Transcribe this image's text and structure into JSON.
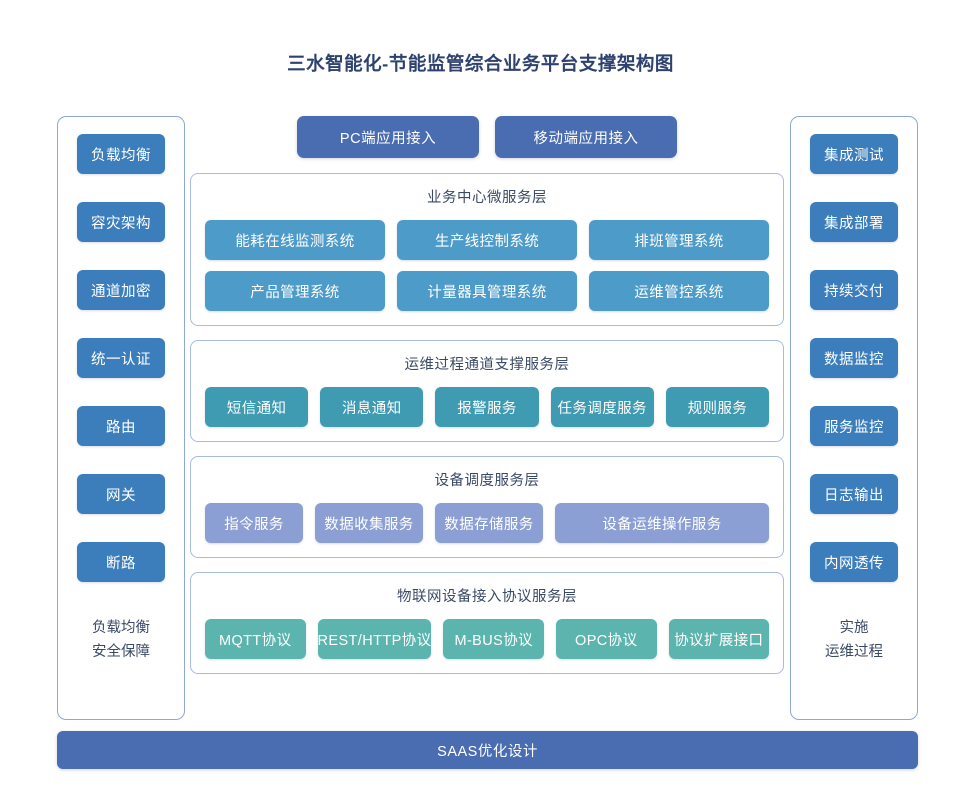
{
  "title": "三水智能化-节能监管综合业务平台支撑架构图",
  "colors": {
    "title": "#2e4270",
    "side_button": "#3c7ebc",
    "access_button": "#4a6cb0",
    "business_card": "#4d9bc9",
    "ops_card": "#3e9bb1",
    "device_card": "#8b9fd4",
    "protocol_card": "#5bb5ae",
    "bottom_bar": "#4a6cb0",
    "panel_border": "#a8bbe0",
    "column_border": "#8fa6d8",
    "background": "#ffffff"
  },
  "left_column": {
    "items": [
      {
        "label": "负载均衡"
      },
      {
        "label": "容灾架构"
      },
      {
        "label": "通道加密"
      },
      {
        "label": "统一认证"
      },
      {
        "label": "路由"
      },
      {
        "label": "网关"
      },
      {
        "label": "断路"
      }
    ],
    "footer_line1": "负载均衡",
    "footer_line2": "安全保障"
  },
  "right_column": {
    "items": [
      {
        "label": "集成测试"
      },
      {
        "label": "集成部署"
      },
      {
        "label": "持续交付"
      },
      {
        "label": "数据监控"
      },
      {
        "label": "服务监控"
      },
      {
        "label": "日志输出"
      },
      {
        "label": "内网透传"
      }
    ],
    "footer_line1": "实施",
    "footer_line2": "运维过程"
  },
  "access_row": [
    {
      "label": "PC端应用接入"
    },
    {
      "label": "移动端应用接入"
    }
  ],
  "layers": [
    {
      "title": "业务中心微服务层",
      "rows": [
        [
          {
            "label": "能耗在线监测系统"
          },
          {
            "label": "生产线控制系统"
          },
          {
            "label": "排班管理系统"
          }
        ],
        [
          {
            "label": "产品管理系统"
          },
          {
            "label": "计量器具管理系统"
          },
          {
            "label": "运维管控系统"
          }
        ]
      ]
    },
    {
      "title": "运维过程通道支撑服务层",
      "rows": [
        [
          {
            "label": "短信通知"
          },
          {
            "label": "消息通知"
          },
          {
            "label": "报警服务"
          },
          {
            "label": "任务调度服务"
          },
          {
            "label": "规则服务"
          }
        ]
      ]
    },
    {
      "title": "设备调度服务层",
      "rows": [
        [
          {
            "label": "指令服务"
          },
          {
            "label": "数据收集服务"
          },
          {
            "label": "数据存储服务"
          },
          {
            "label": "设备运维操作服务"
          }
        ]
      ]
    },
    {
      "title": "物联网设备接入协议服务层",
      "rows": [
        [
          {
            "label": "MQTT协议"
          },
          {
            "label": "REST/HTTP协议"
          },
          {
            "label": "M-BUS协议"
          },
          {
            "label": "OPC协议"
          },
          {
            "label": "协议扩展接口"
          }
        ]
      ]
    }
  ],
  "bottom_bar": {
    "label": "SAAS优化设计"
  }
}
